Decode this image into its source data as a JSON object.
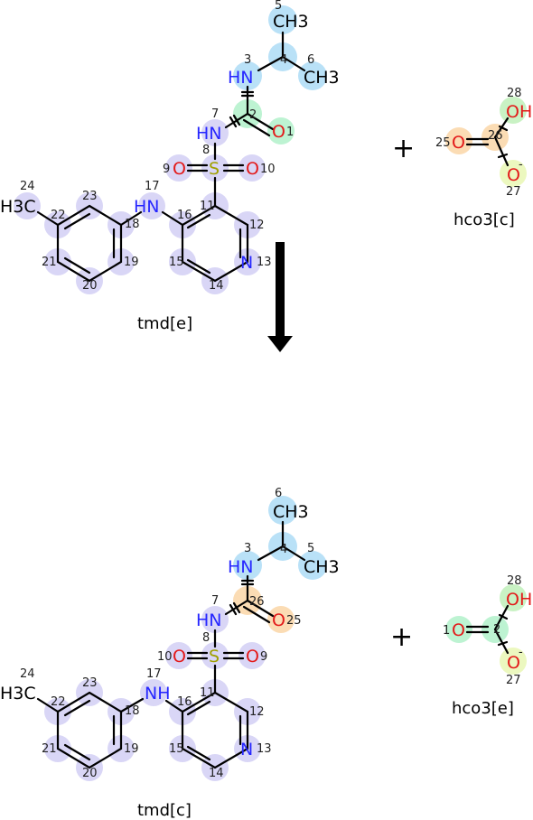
{
  "colors": {
    "hl_blue": "#b9e1f7",
    "hl_green": "#bdf3d2",
    "hl_orange": "#fbdcb4",
    "hl_purple": "#d9d6f6",
    "hl_ok_green": "#c9f2c4",
    "hl_yellow": "#ecf8bf",
    "atom_N": "#2626ff",
    "atom_O": "#e31a1a",
    "atom_S": "#a0a000",
    "atom_C": "#000000",
    "bond": "#000000"
  },
  "labels": {
    "top_left": "tmd[e]",
    "top_right": "hco3[c]",
    "bottom_left": "tmd[c]",
    "bottom_right": "hco3[e]",
    "plus": "+"
  },
  "atoms": {
    "CH3": "CH3",
    "H3C": "H3C",
    "HN": "HN",
    "NH": "NH",
    "N": "N",
    "S": "S",
    "O": "O",
    "OH": "OH",
    "O_minus": "O",
    "minus": "-"
  },
  "top": {
    "i5": "5",
    "i4": "4",
    "i6": "6",
    "i3": "3",
    "i2": "2",
    "i1": "1",
    "i7": "7",
    "i8": "8",
    "i9": "9",
    "i10": "10",
    "i11": "11",
    "i12": "12",
    "i13": "13",
    "i14": "14",
    "i15": "15",
    "i16": "16",
    "i17": "17",
    "i18": "18",
    "i19": "19",
    "i20": "20",
    "i21": "21",
    "i22": "22",
    "i23": "23",
    "i24": "24",
    "i25": "25",
    "i26": "26",
    "i27": "27",
    "i28": "28"
  },
  "bottom": {
    "i6": "6",
    "i4": "4",
    "i5": "5",
    "i3": "3",
    "i26": "26",
    "i25": "25",
    "i7": "7",
    "i8": "8",
    "i10": "10",
    "i9": "9",
    "i11": "11",
    "i12": "12",
    "i13": "13",
    "i14": "14",
    "i15": "15",
    "i16": "16",
    "i17": "17",
    "i18": "18",
    "i19": "19",
    "i20": "20",
    "i21": "21",
    "i22": "22",
    "i23": "23",
    "i24": "24",
    "i1": "1",
    "i2": "2",
    "i27": "27",
    "i28": "28"
  }
}
